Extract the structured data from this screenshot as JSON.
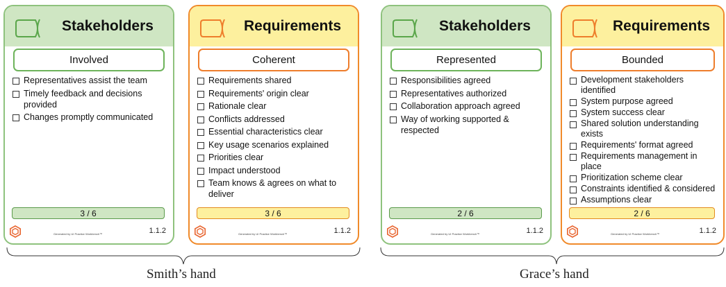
{
  "colors": {
    "stakeholders_header": "#cfe6c3",
    "stakeholders_border": "#8ec27d",
    "requirements_header": "#fdf09e",
    "requirements_border": "#f08a2a"
  },
  "cards": [
    {
      "title": "Stakeholders",
      "state": "Involved",
      "items": [
        "Representatives assist the team",
        "Timely feedback and decisions provided",
        "Changes promptly communicated"
      ],
      "progress": "3 / 6",
      "generated": "Generated by UI Practice Workbench™",
      "version": "1.1.2"
    },
    {
      "title": "Requirements",
      "state": "Coherent",
      "items": [
        "Requirements shared",
        "Requirements' origin clear",
        "Rationale clear",
        "Conflicts addressed",
        "Essential characteristics clear",
        "Key usage scenarios explained",
        "Priorities clear",
        "Impact understood",
        "Team knows & agrees on what to deliver"
      ],
      "progress": "3 / 6",
      "generated": "Generated by UI Practice Workbench™",
      "version": "1.1.2"
    },
    {
      "title": "Stakeholders",
      "state": "Represented",
      "items": [
        "Responsibilities agreed",
        "Representatives authorized",
        "Collaboration approach agreed",
        "Way of working supported & respected"
      ],
      "progress": "2 / 6",
      "generated": "Generated by UI Practice Workbench™",
      "version": "1.1.2"
    },
    {
      "title": "Requirements",
      "state": "Bounded",
      "items": [
        "Development stakeholders identified",
        "System purpose agreed",
        "System success clear",
        "Shared solution understanding exists",
        "Requirements' format agreed",
        "Requirements management in place",
        "Prioritization scheme clear",
        "Constraints identified & considered",
        "Assumptions clear"
      ],
      "progress": "2 / 6",
      "generated": "Generated by UI Practice Workbench™",
      "version": "1.1.2"
    }
  ],
  "hands": [
    "Smith’s hand",
    "Grace’s hand"
  ]
}
